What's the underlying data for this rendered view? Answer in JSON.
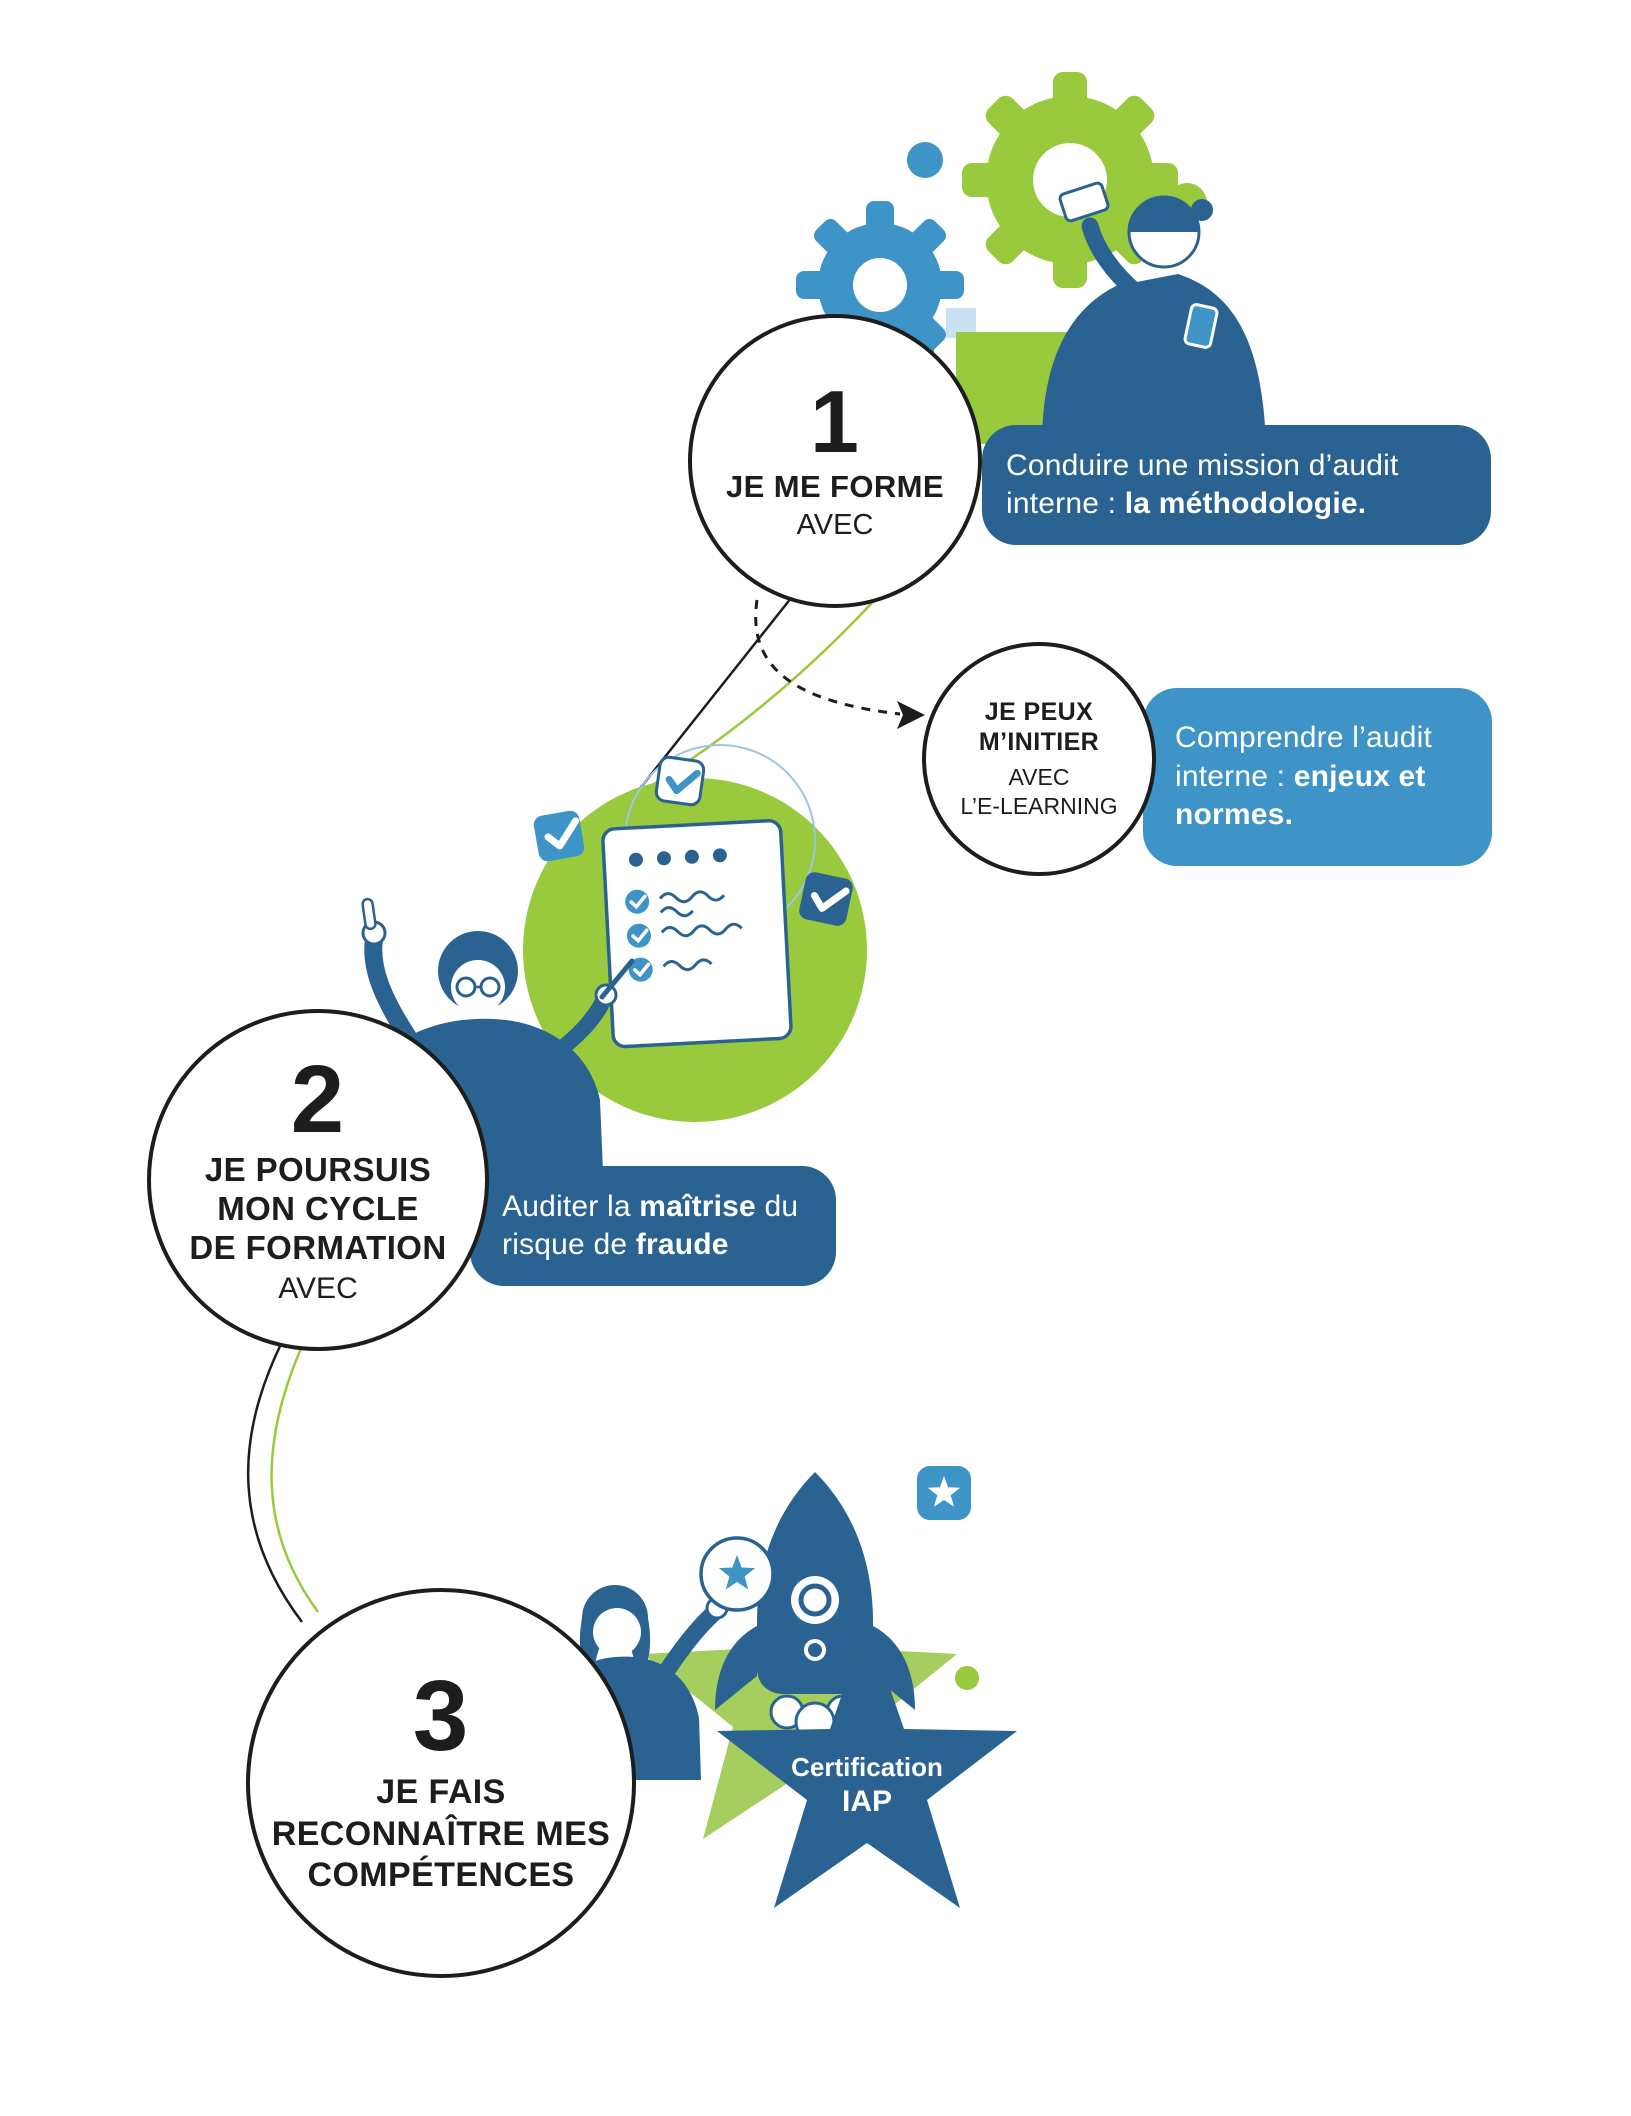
{
  "colors": {
    "blue-dark": "#2a6391",
    "blue-mid": "#3e93c7",
    "green": "#99c93c",
    "green-light": "#a6ce5e",
    "ink": "#1d1d1b"
  },
  "step1": {
    "number": "1",
    "title": "JE ME FORME",
    "subtitle": "AVEC",
    "pill_normal": "Conduire une mission d’audit interne : ",
    "pill_bold": "la méthodologie."
  },
  "elearning": {
    "title_line1": "JE PEUX",
    "title_line2": "M’INITIER",
    "subtitle1": "AVEC",
    "subtitle2": "L’E-LEARNING",
    "pill_normal": "Comprendre l’audit interne : ",
    "pill_bold": "enjeux et normes."
  },
  "step2": {
    "number": "2",
    "title_line1": "JE POURSUIS",
    "title_line2": "MON CYCLE",
    "title_line3": "DE FORMATION",
    "subtitle": "AVEC",
    "pill_seg1": "Auditer la ",
    "pill_seg2": "maîtrise",
    "pill_seg3": " du risque de ",
    "pill_seg4": "fraude"
  },
  "step3": {
    "number": "3",
    "title_line1": "JE FAIS",
    "title_line2": "RECONNAÎTRE MES",
    "title_line3": "COMPÉTENCES",
    "badge_line1": "Certification",
    "badge_line2": "IAP"
  },
  "illustrations": {
    "top": "gears-and-woman-holding-card",
    "middle": "woman-pointing-with-checklist",
    "bottom": "woman-with-star-badge-and-rocket-launch"
  }
}
